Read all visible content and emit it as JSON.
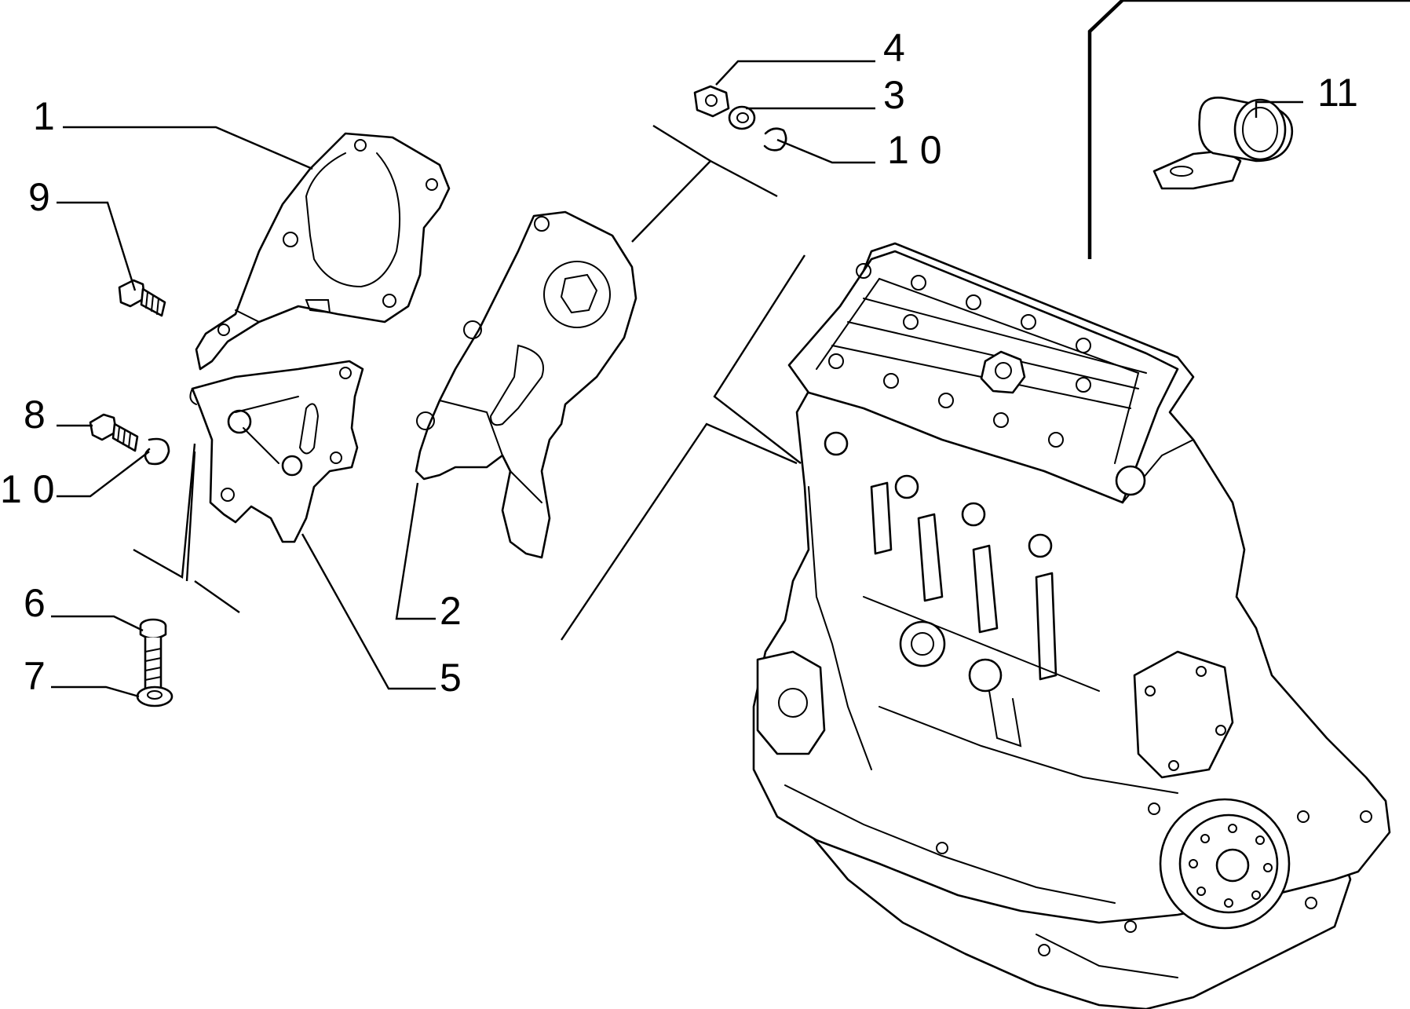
{
  "callouts": [
    {
      "id": "1",
      "label": "1"
    },
    {
      "id": "2",
      "label": "2"
    },
    {
      "id": "3",
      "label": "3"
    },
    {
      "id": "4",
      "label": "4"
    },
    {
      "id": "5",
      "label": "5"
    },
    {
      "id": "6",
      "label": "6"
    },
    {
      "id": "7",
      "label": "7"
    },
    {
      "id": "8",
      "label": "8"
    },
    {
      "id": "9",
      "label": "9"
    },
    {
      "id": "10a",
      "label": "10"
    },
    {
      "id": "10b",
      "label": "10"
    },
    {
      "id": "11",
      "label": "11"
    }
  ],
  "colors": {
    "ink": "#000000",
    "paper": "#ffffff"
  }
}
